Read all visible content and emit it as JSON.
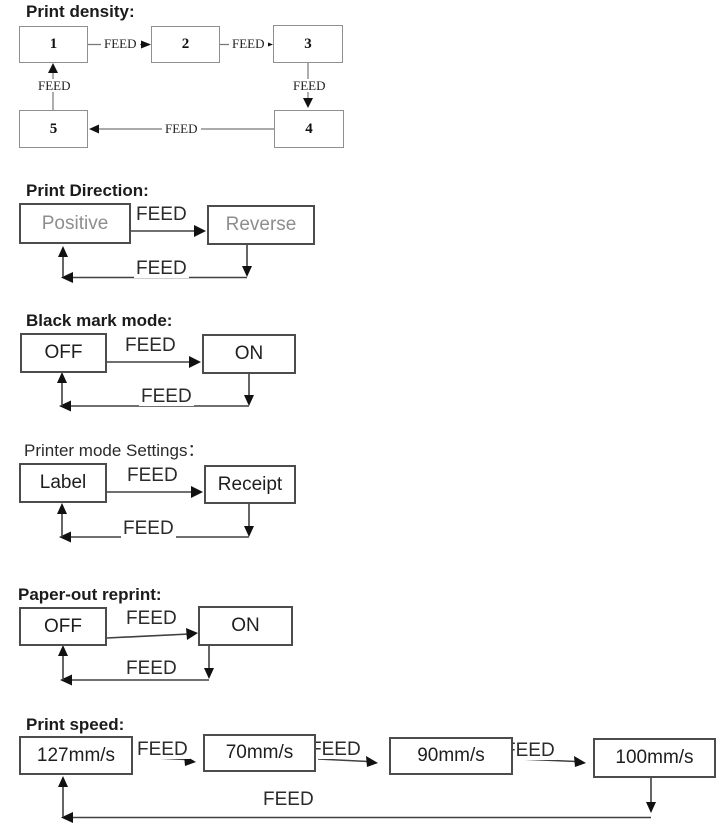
{
  "feed": "FEED",
  "sections": {
    "density": {
      "title": "Print density:",
      "nodes": [
        "1",
        "2",
        "3",
        "4",
        "5"
      ]
    },
    "direction": {
      "title": "Print Direction:",
      "options": [
        "Positive",
        "Reverse"
      ]
    },
    "blackmark": {
      "title": "Black mark mode:",
      "options": [
        "OFF",
        "ON"
      ]
    },
    "printermode": {
      "title": "Printer mode Settings：",
      "options": [
        "Label",
        "Receipt"
      ]
    },
    "paperout": {
      "title": "Paper-out reprint:",
      "options": [
        "OFF",
        "ON"
      ]
    },
    "speed": {
      "title": "Print speed:",
      "options": [
        "127mm/s",
        "70mm/s",
        "90mm/s",
        "100mm/s"
      ]
    }
  }
}
